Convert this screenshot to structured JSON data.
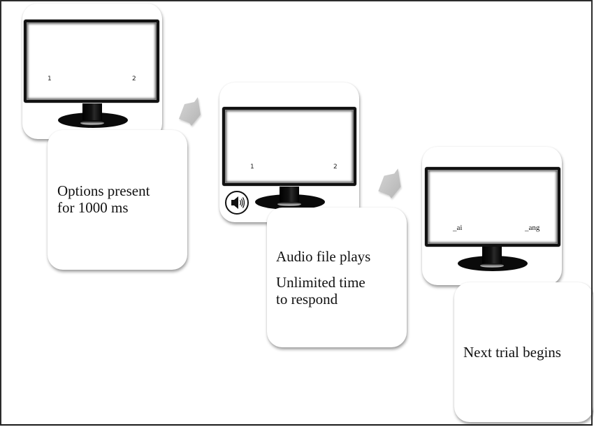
{
  "diagram": {
    "type": "experimental-trial-procedure",
    "steps": [
      {
        "screen_labels": [
          "1",
          "2"
        ],
        "has_audio_icon": false,
        "description": [
          "Options present",
          "for 1000 ms"
        ]
      },
      {
        "screen_labels": [
          "1",
          "2"
        ],
        "has_audio_icon": true,
        "audio_icon": "speaker-icon",
        "description": [
          "Audio file plays",
          "Unlimited time",
          "to respond"
        ]
      },
      {
        "screen_labels": [
          "_ai",
          "_ang"
        ],
        "has_audio_icon": false,
        "description": [
          "Next trial begins"
        ]
      }
    ],
    "connectors": [
      "arrow-right-down",
      "arrow-right-down"
    ],
    "colors": {
      "card": "#ffffff",
      "monitor": "#111111",
      "arrow": "#c8c8c8",
      "text": "#111111"
    }
  }
}
